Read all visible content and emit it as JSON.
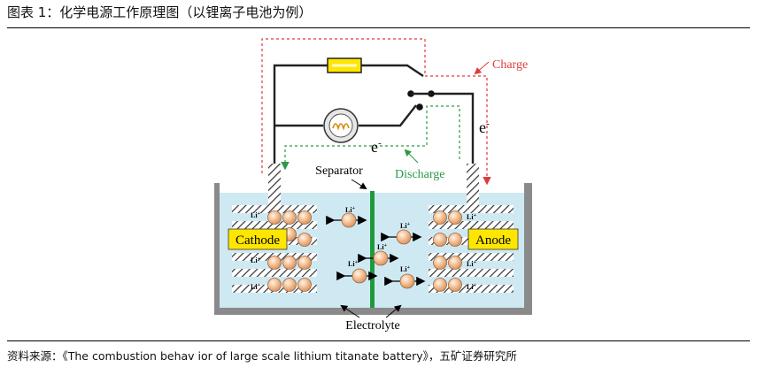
{
  "figure": {
    "title": "图表 1：化学电源工作原理图（以锂离子电池为例）",
    "source": "资料来源：《The  combustion behav ior of large scale lithium titanate battery》，五矿证券研究所"
  },
  "diagram": {
    "labels": {
      "charge": "Charge",
      "discharge": "Discharge",
      "separator": "Separator",
      "electrolyte": "Electrolyte",
      "cathode": "Cathode",
      "anode": "Anode",
      "electron_base": "e",
      "electron_sup": "-",
      "ion": "Li",
      "ion_sup": "+"
    },
    "colors": {
      "electrolyte_fill": "#cfe9f3",
      "tank_wall": "#8a8a8a",
      "separator": "#1f9a3a",
      "charge_path": "#e03b3b",
      "discharge_path": "#2a9a45",
      "electrode_label_bg": "#ffe600",
      "resistor_fill": "#ffe600",
      "ion_ball": "#f2b98a"
    },
    "icons": [
      "resistor-icon",
      "light-bulb-icon",
      "switch-icon",
      "li-ion-ball-icon",
      "arrow-icon"
    ]
  }
}
